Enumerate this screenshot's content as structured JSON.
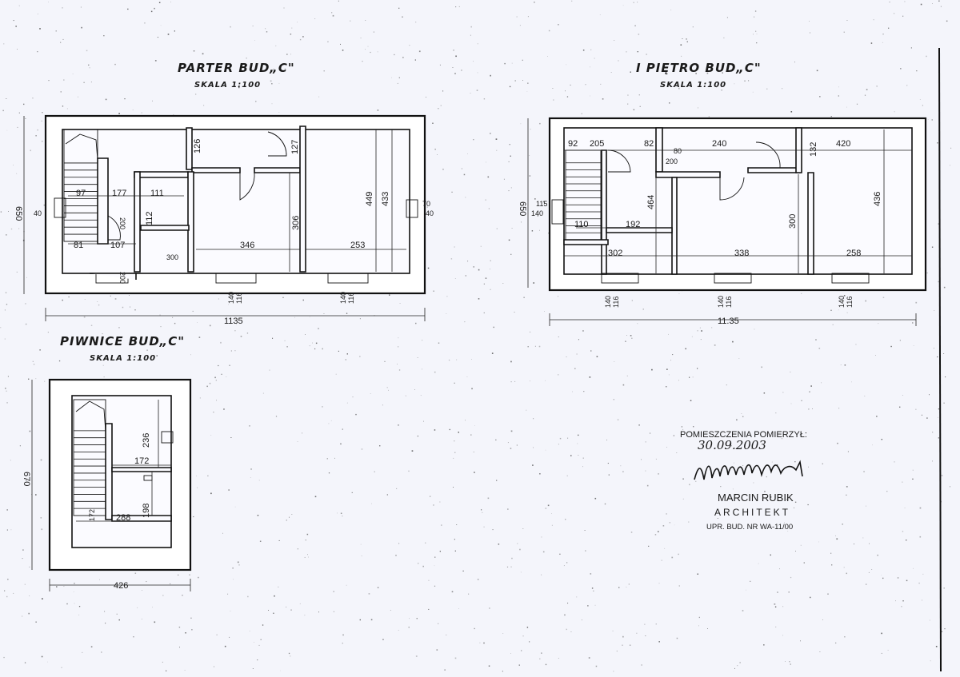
{
  "drawing": {
    "ground_floor": {
      "title": "PARTER BUD„C\"",
      "scale": "SKALA 1:100",
      "labels": {
        "l650": "650",
        "l1135": "1135",
        "d97": "97",
        "d177": "177",
        "d111": "111",
        "d126": "126",
        "d127": "127",
        "d449": "449",
        "d433": "433",
        "d306": "306",
        "d346": "346",
        "d253": "253",
        "d81": "81",
        "d107": "107",
        "d112": "112",
        "d300": "300",
        "d200": "200",
        "d200b": "200",
        "d40": "40",
        "d140a": "140",
        "d140b": "140",
        "d116a": "116",
        "d116b": "116",
        "d70": "70",
        "d40b": "40"
      }
    },
    "first_floor": {
      "title": "I PIĘTRO BUD„C\"",
      "scale": "SKALA 1:100",
      "labels": {
        "l650": "650",
        "l1135": "11.35",
        "d92": "92",
        "d205": "205",
        "d82": "82",
        "d240": "240",
        "d132": "132",
        "d420": "420",
        "d80": "80",
        "d200": "200",
        "d464": "464",
        "d436": "436",
        "d300": "300",
        "d115": "115",
        "d140": "140",
        "d110": "110",
        "d192": "192",
        "d302": "302",
        "d338": "338",
        "d258": "258",
        "d140a": "140",
        "d140b": "140",
        "d140c": "140",
        "d116a": "116",
        "d116b": "116",
        "d116c": "116"
      }
    },
    "basement": {
      "title": "PIWNICE BUD„C\"",
      "scale": "SKALA 1:100",
      "labels": {
        "l670": "670",
        "l426": "426",
        "d236": "236",
        "d172": "172",
        "d288": "288",
        "d198": "198",
        "d172b": "172"
      }
    }
  },
  "stamp": {
    "heading": "POMIESZCZENIA POMIERZYŁ:",
    "date": "30.09.2003",
    "name": "MARCIN RUBIK",
    "profession": "ARCHITEKT",
    "license": "UPR. BUD. NR WA-11/00"
  },
  "colors": {
    "paper": "#f4f5fb",
    "ink": "#111111"
  }
}
